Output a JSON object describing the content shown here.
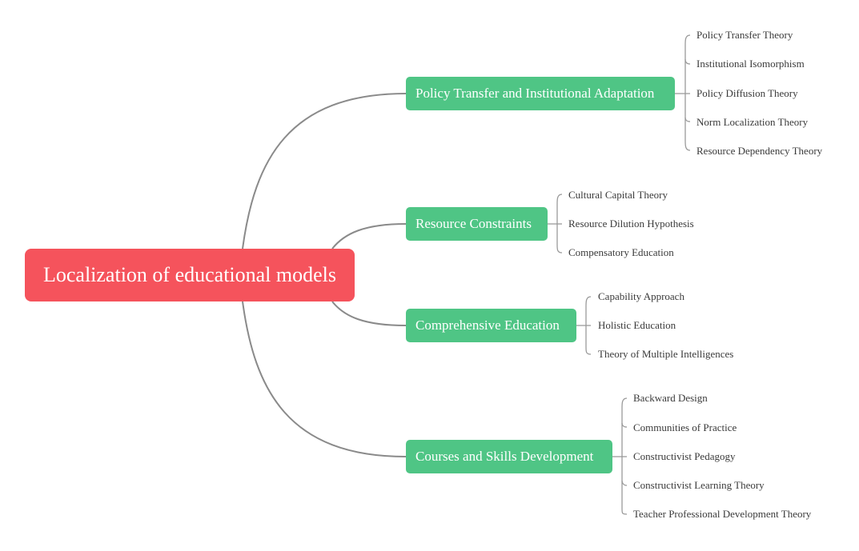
{
  "root": {
    "label": "Localization of educational models"
  },
  "branches": [
    {
      "label": "Policy Transfer and Institutional Adaptation",
      "leaves": [
        "Policy Transfer Theory",
        "Institutional Isomorphism",
        "Policy Diffusion Theory",
        "Norm Localization Theory",
        "Resource Dependency Theory"
      ]
    },
    {
      "label": "Resource Constraints",
      "leaves": [
        "Cultural Capital Theory",
        "Resource Dilution Hypothesis",
        "Compensatory Education"
      ]
    },
    {
      "label": "Comprehensive Education",
      "leaves": [
        "Capability Approach",
        "Holistic Education",
        "Theory of Multiple Intelligences"
      ]
    },
    {
      "label": "Courses and Skills Development",
      "leaves": [
        "Backward Design",
        "Communities of Practice",
        "Constructivist Pedagogy",
        "Constructivist Learning Theory",
        "Teacher Professional Development Theory"
      ]
    }
  ],
  "colors": {
    "root": "#f5535c",
    "branch": "#4fc585",
    "main_connector": "#8a8a8a",
    "leaf_connector": "#9a9a9a"
  }
}
